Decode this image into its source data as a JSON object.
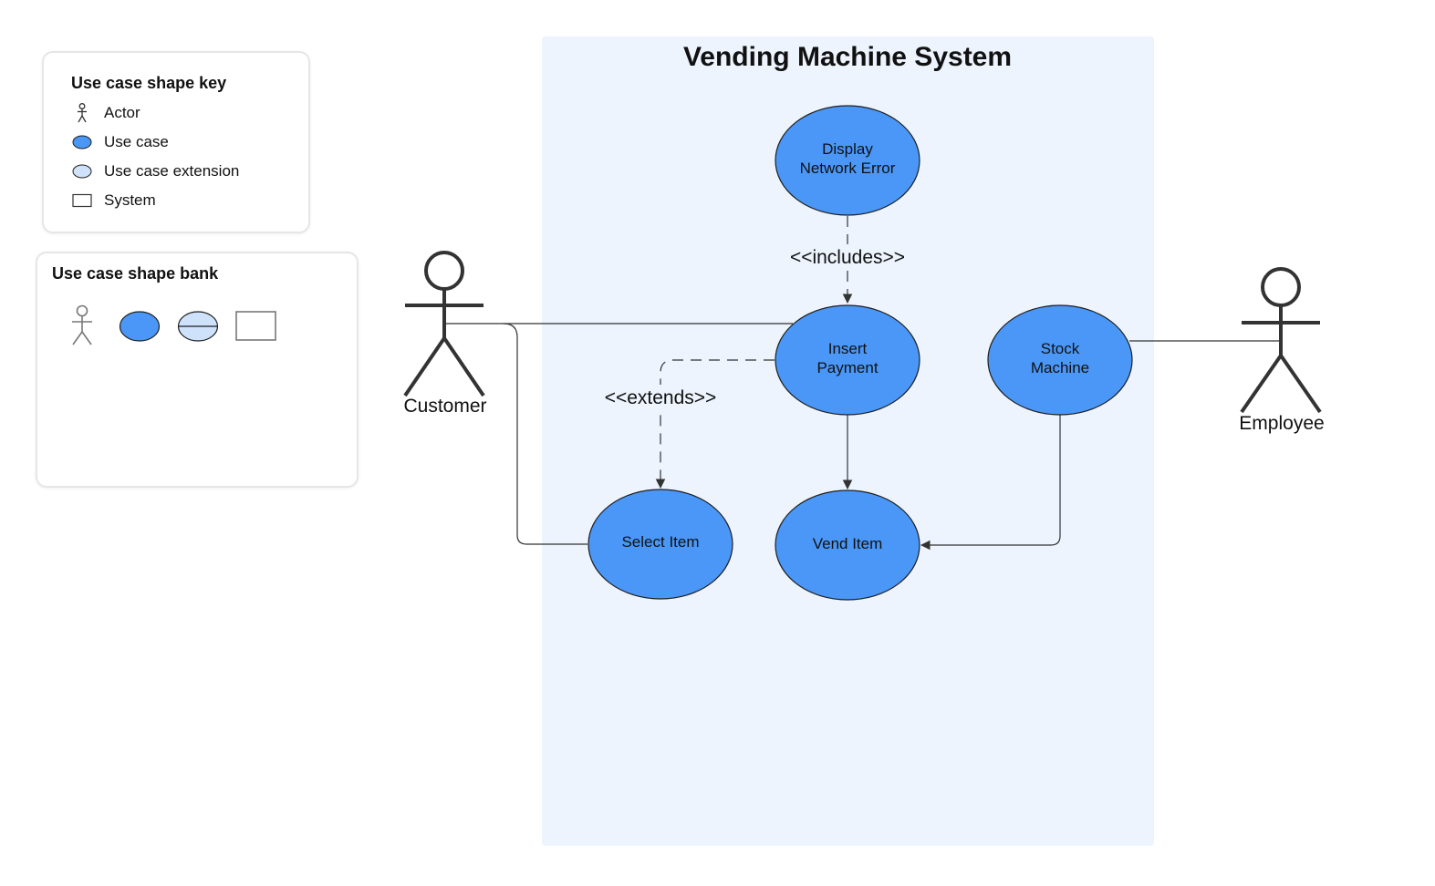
{
  "colors": {
    "use_case_fill": "#4a97f7",
    "use_case_stroke": "#1e1e1e",
    "extension_fill": "#cfe2fb",
    "system_fill": "#edf4fe",
    "line": "#333333"
  },
  "shape_key": {
    "title": "Use case shape key",
    "items": [
      {
        "label": "Actor",
        "icon": "actor-icon"
      },
      {
        "label": "Use case",
        "icon": "use-case-icon"
      },
      {
        "label": "Use case extension",
        "icon": "use-case-extension-icon"
      },
      {
        "label": "System",
        "icon": "system-icon"
      }
    ]
  },
  "shape_bank": {
    "title": "Use case shape bank",
    "items": [
      "actor-shape",
      "use-case-shape",
      "use-case-extension-shape",
      "system-shape"
    ]
  },
  "system": {
    "title": "Vending Machine System"
  },
  "actors": {
    "customer": "Customer",
    "employee": "Employee"
  },
  "use_cases": {
    "display_error": [
      "Display",
      "Network Error"
    ],
    "insert_payment": [
      "Insert",
      "Payment"
    ],
    "stock_machine": [
      "Stock",
      "Machine"
    ],
    "select_item": [
      "Select Item"
    ],
    "vend_item": [
      "Vend Item"
    ]
  },
  "relations": {
    "includes": "<<includes>>",
    "extends": "<<extends>>"
  }
}
